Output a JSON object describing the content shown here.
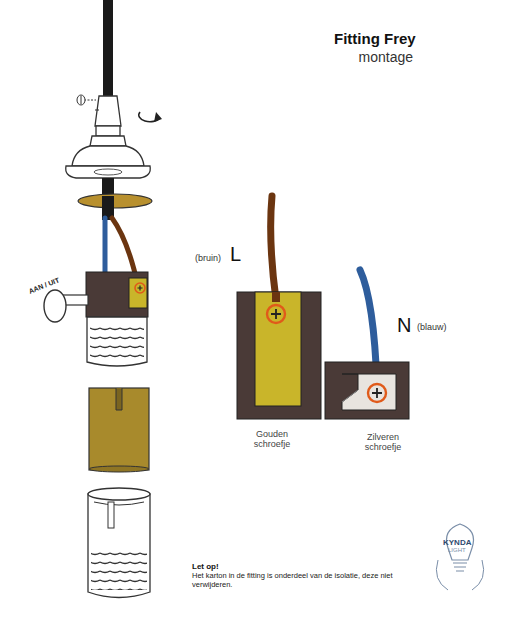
{
  "diagram": {
    "title": "Fitting Frey",
    "labels": [
      "montage",
      "AAN / UIT",
      "(bruin)",
      "L",
      "N",
      "(blauw)",
      "Gouden schroefje",
      "Zilveren schroefje",
      "Let op!",
      "Het karton in de fitting is onderdeel van de isolatie, deze niet verwijderen.",
      "KYNDA",
      "LIGHT"
    ]
  }
}
